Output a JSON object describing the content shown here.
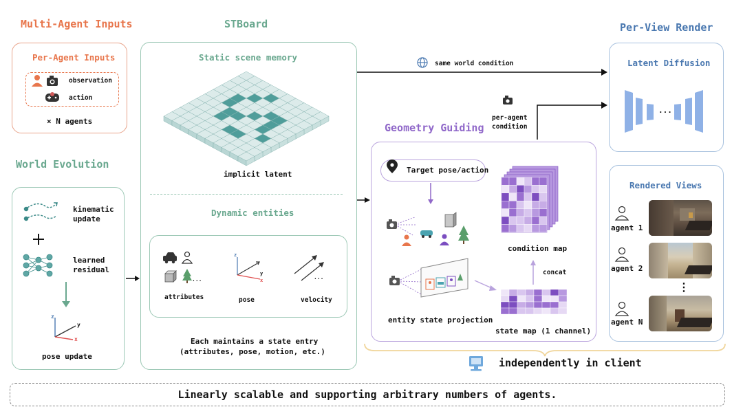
{
  "headings": {
    "multi_agent_inputs": "Multi-Agent Inputs",
    "stboard": "STBoard",
    "per_view_render": "Per-View Render",
    "world_evolution": "World Evolution",
    "geometry_guiding": "Geometry Guiding"
  },
  "per_agent": {
    "title": "Per-Agent Inputs",
    "observation": "observation",
    "action": "action",
    "count": "× N agents"
  },
  "world_evolution": {
    "kinematic": "kinematic update",
    "learned": "learned residual",
    "pose_update": "pose update",
    "axis_z": "z",
    "axis_y": "y",
    "axis_x": "x"
  },
  "stboard": {
    "static_title": "Static scene memory",
    "implicit_latent": "implicit latent",
    "dynamic_title": "Dynamic entities",
    "attributes": "attributes",
    "pose": "pose",
    "velocity": "velocity",
    "ellipsis": "...",
    "caption_line1": "Each maintains a state entry",
    "caption_line2": "(attributes, pose, motion, etc.)"
  },
  "arrows": {
    "same_world": "same world condition",
    "per_agent_condition_l1": "per-agent",
    "per_agent_condition_l2": "condition"
  },
  "geometry": {
    "target": "Target pose/action",
    "condition_map": "condition map",
    "concat": "concat",
    "entity_projection": "entity state projection",
    "state_map": "state map (1 channel)"
  },
  "render": {
    "latent_diffusion": "Latent Diffusion",
    "ellipsis": "...",
    "rendered_views": "Rendered Views",
    "agents": [
      "agent 1",
      "agent 2",
      "agent N"
    ],
    "vdots": "⋮"
  },
  "client_text": "independently in client",
  "footer": "Linearly scalable and supporting arbitrary numbers of agents.",
  "colors": {
    "orange": "#e8764c",
    "green": "#6aa88f",
    "blue": "#4a78b0",
    "purple": "#9068c9",
    "teal": "#3b8a88"
  }
}
